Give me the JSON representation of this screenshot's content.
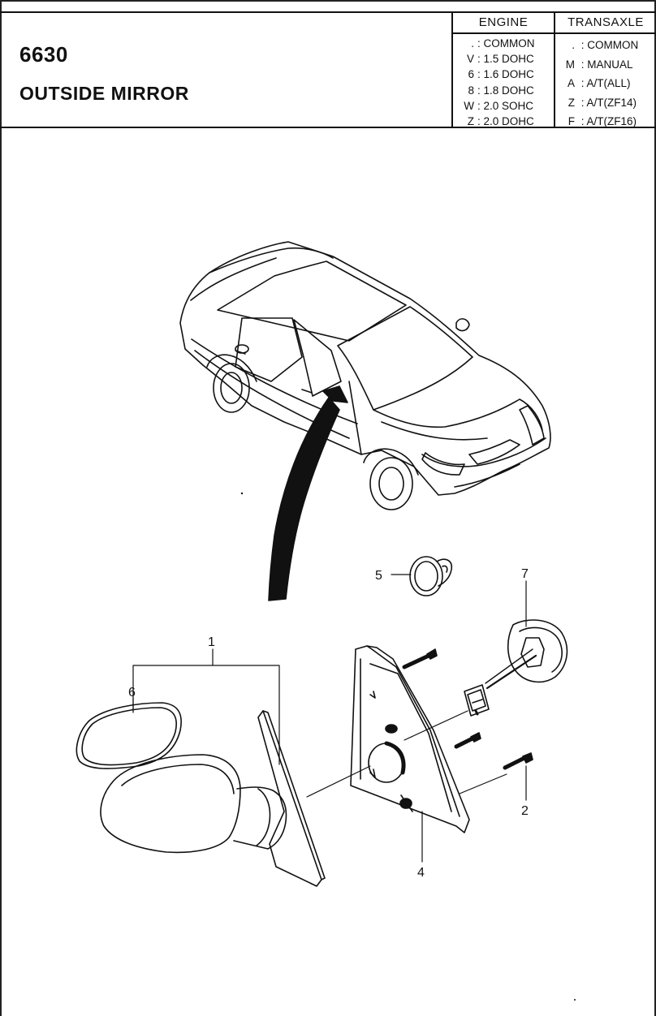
{
  "header": {
    "part_number": "6630",
    "title": "OUTSIDE MIRROR"
  },
  "engine": {
    "heading": "ENGINE",
    "rows": [
      {
        "code": ".",
        "desc": "COMMON"
      },
      {
        "code": "V",
        "desc": "1.5 DOHC"
      },
      {
        "code": "6",
        "desc": "1.6 DOHC"
      },
      {
        "code": "8",
        "desc": "1.8 DOHC"
      },
      {
        "code": "W",
        "desc": "2.0 SOHC"
      },
      {
        "code": "Z",
        "desc": "2.0 DOHC"
      }
    ]
  },
  "transaxle": {
    "heading": "TRANSAXLE",
    "rows": [
      {
        "code": ".",
        "desc": "COMMON"
      },
      {
        "code": "M",
        "desc": "MANUAL"
      },
      {
        "code": "A",
        "desc": "A/T(ALL)"
      },
      {
        "code": "Z",
        "desc": "A/T(ZF14)"
      },
      {
        "code": "F",
        "desc": "A/T(ZF16)"
      }
    ]
  },
  "callouts": [
    "1",
    "2",
    "4",
    "5",
    "6",
    "7"
  ]
}
